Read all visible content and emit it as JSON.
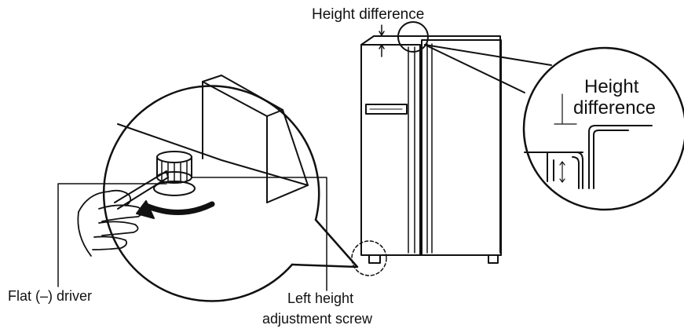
{
  "labels": {
    "height_difference_top": "Height difference",
    "zoom_line1": "Height",
    "zoom_line2": "difference",
    "driver": "Flat (–) driver",
    "screw_line1": "Left height",
    "screw_line2": "adjustment screw"
  },
  "colors": {
    "ink": "#111111",
    "background": "#ffffff"
  }
}
